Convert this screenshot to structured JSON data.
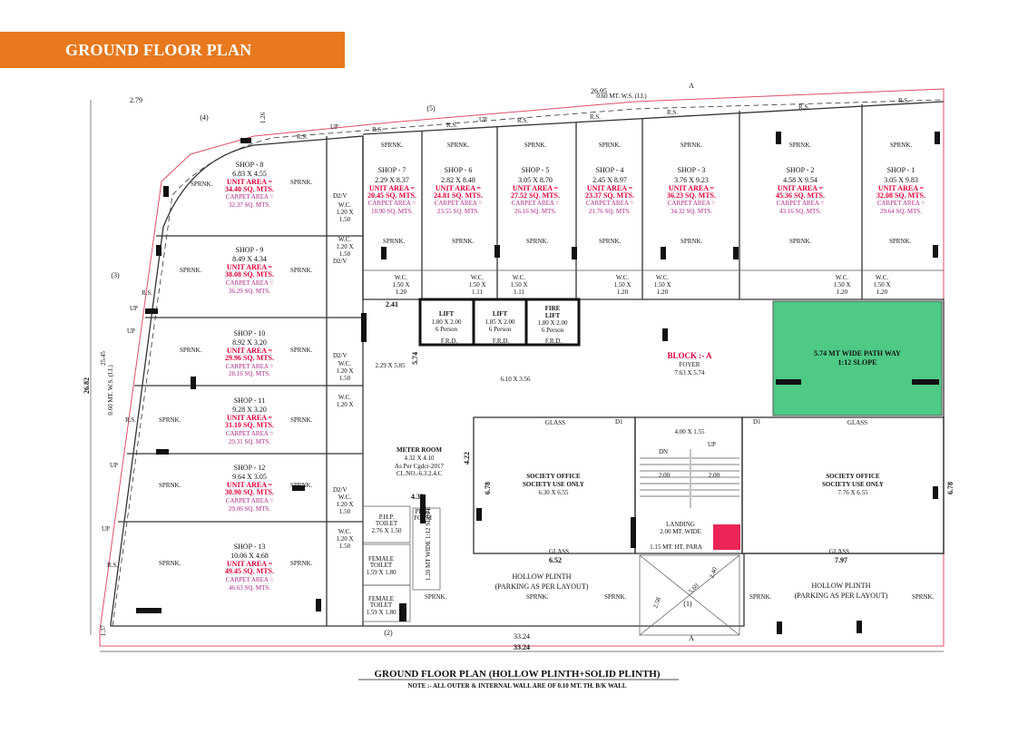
{
  "title": "GROUND FLOOR PLAN",
  "caption": "GROUND FLOOR PLAN (HOLLOW PLINTH+SOLID PLINTH)",
  "note": "NOTE :- ALL OUTER & INTERNAL WALL ARE OF 0.10 MT. TH. B/K WALL",
  "block_label": "BLOCK :- A",
  "unit_area_label": "UNIT AREA =",
  "carpet_area_label": "CARPET AREA =",
  "sprinkler": "SPRNK.",
  "rs": "R.S.",
  "up": "UP",
  "dn": "DN",
  "shops_top": [
    {
      "name": "SHOP - 7",
      "dims": "2.29 X 8.37",
      "unit": "20.45 SQ. MTS.",
      "carpet": "18.90 SQ. MTS."
    },
    {
      "name": "SHOP - 6",
      "dims": "2.82 X 8.48",
      "unit": "24.81 SQ. MTS.",
      "carpet": "23.55 SQ. MTS."
    },
    {
      "name": "SHOP - 5",
      "dims": "3.05 X 8.70",
      "unit": "27.52 SQ. MTS.",
      "carpet": "26.16 SQ. MTS."
    },
    {
      "name": "SHOP - 4",
      "dims": "2.45 X 8.97",
      "unit": "23.37 SQ. MTS.",
      "carpet": "21.76 SQ. MTS."
    },
    {
      "name": "SHOP - 3",
      "dims": "3.76 X 9.23",
      "unit": "36.23 SQ. MTS.",
      "carpet": "34.32 SQ. MTS."
    },
    {
      "name": "SHOP - 2",
      "dims": "4.58 X 9.54",
      "unit": "45.36 SQ. MTS.",
      "carpet": "43.16 SQ. MTS."
    },
    {
      "name": "SHOP - 1",
      "dims": "3.05 X 9.83",
      "unit": "32.08 SQ. MTS.",
      "carpet": "29.64 SQ. MTS."
    }
  ],
  "shops_left": [
    {
      "name": "SHOP - 8",
      "dims": "6.83 X 4.55",
      "unit": "34.40 SQ. MTS.",
      "carpet": "32.37 SQ. MTS."
    },
    {
      "name": "SHOP - 9",
      "dims": "8.49 X 4.34",
      "unit": "38.08 SQ. MTS.",
      "carpet": "36.29 SQ. MTS."
    },
    {
      "name": "SHOP - 10",
      "dims": "8.92 X 3.20",
      "unit": "29.96 SQ. MTS.",
      "carpet": "28.16 SQ. MTS."
    },
    {
      "name": "SHOP - 11",
      "dims": "9.28 X 3.20",
      "unit": "31.10 SQ. MTS.",
      "carpet": "29.31 SQ. MTS."
    },
    {
      "name": "SHOP - 12",
      "dims": "9.64 X 3.05",
      "unit": "30.90 SQ. MTS.",
      "carpet": "29.06 SQ. MTS."
    },
    {
      "name": "SHOP - 13",
      "dims": "10.06 X 4.68",
      "unit": "49.45 SQ. MTS.",
      "carpet": "46.63 SQ. MTS."
    }
  ],
  "wc": {
    "label": "W.C.",
    "size_a": "1.20 X",
    "size_b": "1.50",
    "size_top_a": "1.50 X",
    "size_top_b": "1.20",
    "size_top_c": "1.11",
    "d2v": "D2/V"
  },
  "lifts": [
    {
      "title": "LIFT",
      "dims": "1.80 X 2.00",
      "cap": "6 Person"
    },
    {
      "title": "LIFT",
      "dims": "1.85 X 2.00",
      "cap": "6 Person"
    },
    {
      "title_a": "FIRE",
      "title": "LIFT",
      "dims": "1.80 X 2.00",
      "cap": "6 Person"
    }
  ],
  "frd": "F.R.D.",
  "foyer": {
    "name": "FOYER",
    "dims": "7.63 X 5.74"
  },
  "lobby_dims": "6.10 X 3.56",
  "left_hall_dims": "2.29 X 5.85",
  "path_way": {
    "line1": "5.74 MT WIDE PATH WAY",
    "line2": "1:12 SLOPE"
  },
  "meter_room": {
    "name": "METER ROOM",
    "dims": "4.32 X 4.10",
    "note1": "As Per Cgdcr-2017",
    "note2": "CL.NO.-6.3.2.4.C"
  },
  "society_office_left": {
    "name": "SOCIETY OFFICE",
    "use": "SOCIETY USE ONLY",
    "dims": "6.30 X 6.55"
  },
  "society_office_right": {
    "name": "SOCIETY OFFICE",
    "use": "SOCIETY USE ONLY",
    "dims": "7.76 X 6.55"
  },
  "stair": {
    "dims": "4.00 X 1.55",
    "landing": "LANDING",
    "landing_w": "2.00 MT. WIDE",
    "para": "1.15 MT. HT. PARA",
    "w": "2.00"
  },
  "phd_toilet": {
    "name": "P.H.P.",
    "name2": "TOILET",
    "dims": "2.76 X 1.50"
  },
  "plat_form": {
    "a": "PLAT",
    "b": "FORM"
  },
  "ramp": "1.20 MT WIDE 1:12 SLOPE",
  "female_toilet": {
    "name1": "FEMALE",
    "name2": "TOILET",
    "dims": "1.59 X 1.80"
  },
  "hollow_plinth": {
    "line1": "HOLLOW PLINTH",
    "line2": "(PARKING AS PER LAYOUT)"
  },
  "glass": "GLASS",
  "d1": "D1",
  "dimensions": {
    "top_total": "26.95",
    "top_left": "2.79",
    "top_note": "0.60 MT. W.S. (I.I.)",
    "left_total": "26.82",
    "left_inner": "25.45",
    "left_note": "0.60 MT. W.S. (I.I.)",
    "bottom_total": "33.24",
    "bottom_inner": "33.24",
    "bottom_left": "1.37",
    "d_126": "1.26",
    "d_241": "2.41",
    "d_574": "5.74",
    "d_422": "4.22",
    "d_432": "4.32",
    "d_678": "6.78",
    "d_652": "6.52",
    "d_797": "7.97",
    "d_258": "2.58",
    "d_240": "2.40",
    "d_560": "5.60"
  },
  "markers": {
    "a": "A",
    "m1": "(1)",
    "m2": "(2)",
    "m3": "(3)",
    "m4": "(4)",
    "m5": "(5)"
  }
}
